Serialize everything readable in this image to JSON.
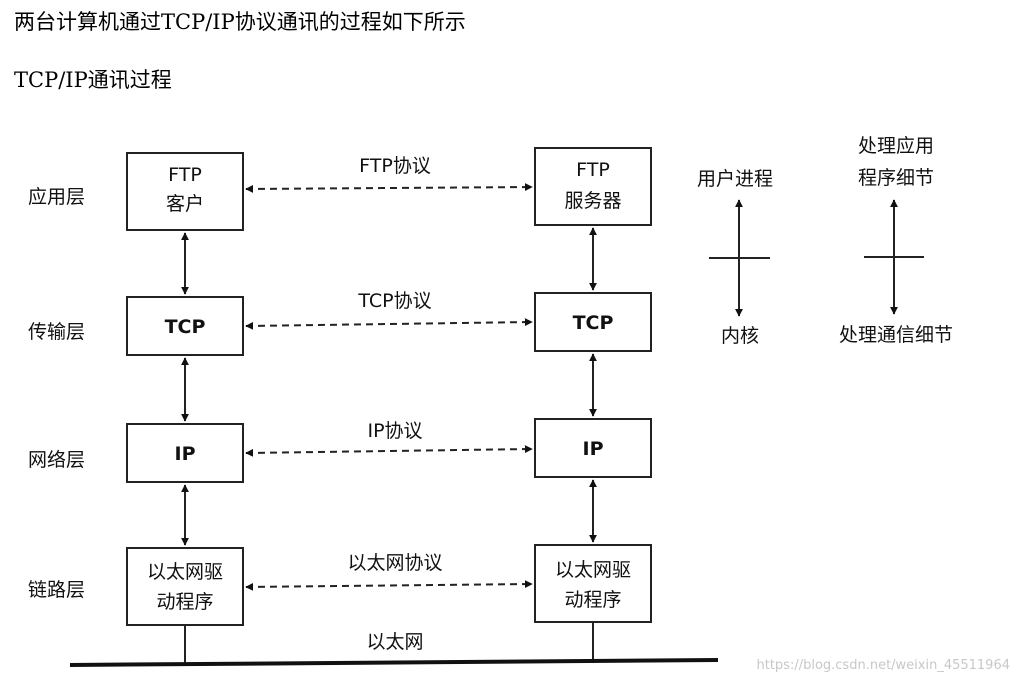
{
  "title": "两台计算机通过TCP/IP协议通讯的过程如下所示",
  "subtitle": "TCP/IP通讯过程",
  "layers": {
    "application": "应用层",
    "transport": "传输层",
    "network": "网络层",
    "link": "链路层"
  },
  "client": {
    "ftp_line1": "FTP",
    "ftp_line2": "客户",
    "tcp": "TCP",
    "ip": "IP",
    "driver_line1": "以太网驱",
    "driver_line2": "动程序"
  },
  "server": {
    "ftp_line1": "FTP",
    "ftp_line2": "服务器",
    "tcp": "TCP",
    "ip": "IP",
    "driver_line1": "以太网驱",
    "driver_line2": "动程序"
  },
  "protocols": {
    "ftp": "FTP协议",
    "tcp": "TCP协议",
    "ip": "IP协议",
    "ethernet": "以太网协议"
  },
  "network_label": "以太网",
  "legend": {
    "user_process": "用户进程",
    "kernel": "内核",
    "app_details_line1": "处理应用",
    "app_details_line2": "程序细节",
    "comm_details": "处理通信细节"
  },
  "watermark": "https://blog.csdn.net/weixin_45511964"
}
